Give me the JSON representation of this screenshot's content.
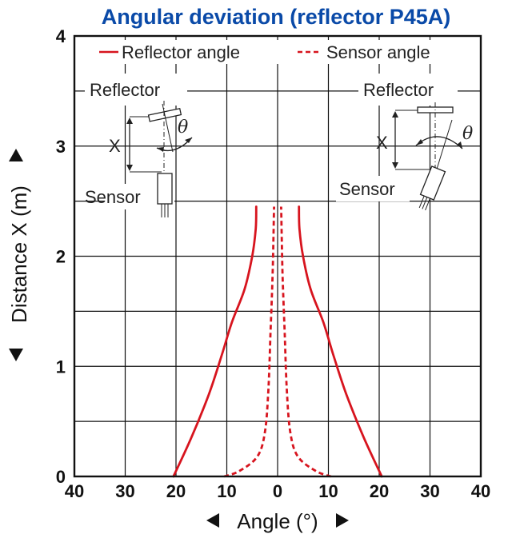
{
  "chart_data": {
    "type": "line",
    "title": "Angular deviation (reflector P45A)",
    "xlabel": "Angle (°)",
    "ylabel": "Distance X (m)",
    "xlim": [
      -40,
      40
    ],
    "ylim": [
      0,
      4
    ],
    "x_tick_values": [
      -40,
      -30,
      -20,
      -10,
      0,
      10,
      20,
      30,
      40
    ],
    "x_tick_labels": [
      "40",
      "30",
      "20",
      "10",
      "0",
      "10",
      "20",
      "30",
      "40"
    ],
    "y_ticks": [
      0,
      1,
      2,
      3,
      4
    ],
    "grid": true,
    "legend": "top",
    "series": [
      {
        "name": "Reflector angle",
        "style": "solid",
        "color": "#d7141e",
        "branches": [
          [
            [
              -20.5,
              0
            ],
            [
              -17,
              0.35
            ],
            [
              -13.5,
              0.75
            ],
            [
              -11,
              1.1
            ],
            [
              -9,
              1.4
            ],
            [
              -6.5,
              1.7
            ],
            [
              -5,
              2.0
            ],
            [
              -4.3,
              2.25
            ],
            [
              -4.2,
              2.45
            ]
          ],
          [
            [
              20.5,
              0
            ],
            [
              17,
              0.35
            ],
            [
              13.5,
              0.75
            ],
            [
              11,
              1.1
            ],
            [
              9,
              1.4
            ],
            [
              6.5,
              1.7
            ],
            [
              5,
              2.0
            ],
            [
              4.3,
              2.25
            ],
            [
              4.2,
              2.45
            ]
          ]
        ]
      },
      {
        "name": "Sensor angle",
        "style": "dashed",
        "color": "#d7141e",
        "branches": [
          [
            [
              -10.5,
              0
            ],
            [
              -7.5,
              0.05
            ],
            [
              -4,
              0.18
            ],
            [
              -2.5,
              0.4
            ],
            [
              -1.8,
              0.8
            ],
            [
              -1.4,
              1.3
            ],
            [
              -1.0,
              1.8
            ],
            [
              -0.8,
              2.2
            ],
            [
              -0.7,
              2.45
            ]
          ],
          [
            [
              10.5,
              0
            ],
            [
              7.5,
              0.05
            ],
            [
              4,
              0.18
            ],
            [
              2.5,
              0.4
            ],
            [
              1.8,
              0.8
            ],
            [
              1.4,
              1.3
            ],
            [
              1.0,
              1.8
            ],
            [
              0.8,
              2.2
            ],
            [
              0.7,
              2.45
            ]
          ]
        ]
      }
    ],
    "annotations": {
      "reflector": "Reflector",
      "sensor": "Sensor",
      "distance": "X",
      "angle": "θ"
    }
  },
  "colors": {
    "title": "#0a4aa8",
    "curve": "#d7141e",
    "grid": "#111111"
  }
}
